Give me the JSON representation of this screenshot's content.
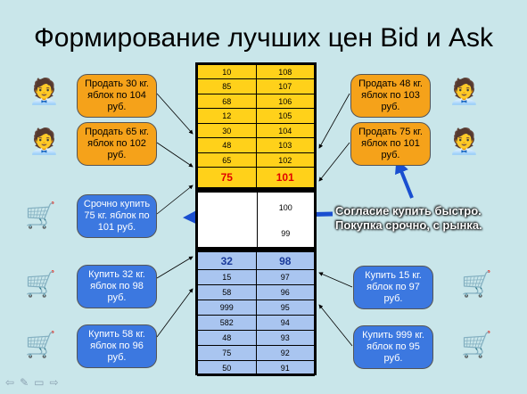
{
  "title": "Формирование лучших цен Bid и Ask",
  "asks": [
    {
      "qty": "10",
      "price": "108"
    },
    {
      "qty": "85",
      "price": "107"
    },
    {
      "qty": "68",
      "price": "106"
    },
    {
      "qty": "12",
      "price": "105"
    },
    {
      "qty": "30",
      "price": "104"
    },
    {
      "qty": "48",
      "price": "103"
    },
    {
      "qty": "65",
      "price": "102"
    },
    {
      "qty": "75",
      "price": "101"
    }
  ],
  "market": {
    "top_price": "100",
    "bottom_price": "99"
  },
  "bids": [
    {
      "qty": "32",
      "price": "98"
    },
    {
      "qty": "15",
      "price": "97"
    },
    {
      "qty": "58",
      "price": "96"
    },
    {
      "qty": "999",
      "price": "95"
    },
    {
      "qty": "582",
      "price": "94"
    },
    {
      "qty": "48",
      "price": "93"
    },
    {
      "qty": "75",
      "price": "92"
    },
    {
      "qty": "50",
      "price": "91"
    }
  ],
  "bubbles": {
    "sell_left_1": "Продать 30 кг. яблок по 104 руб.",
    "sell_left_2": "Продать 65 кг. яблок по 102 руб.",
    "sell_right_1": "Продать 48 кг. яблок по 103 руб.",
    "sell_right_2": "Продать 75 кг. яблок по 101 руб.",
    "urgent_buy": "Срочно купить 75 кг. яблок по 101 руб.",
    "buy_left_1": "Купить 32 кг. яблок по 98 руб.",
    "buy_left_2": "Купить 58 кг. яблок по 96 руб.",
    "buy_right_1": "Купить 15 кг. яблок по 97 руб.",
    "buy_right_2": "Купить 999 кг. яблок по 95 руб."
  },
  "callout": {
    "line1": "Согласие купить быстро.",
    "line2": "Покупка срочно, с рынка."
  },
  "icons": {
    "seller": "seller-icon",
    "buyer": "buyer-with-cart-icon",
    "nav": [
      "back-icon",
      "pen-icon",
      "menu-icon",
      "forward-icon"
    ]
  },
  "colors": {
    "ask_bg": "#ffd11a",
    "bid_bg": "#a9c5f0",
    "sell_bubble": "#f5a21a",
    "buy_bubble": "#3c78e0",
    "best_ask": "#e00000"
  }
}
